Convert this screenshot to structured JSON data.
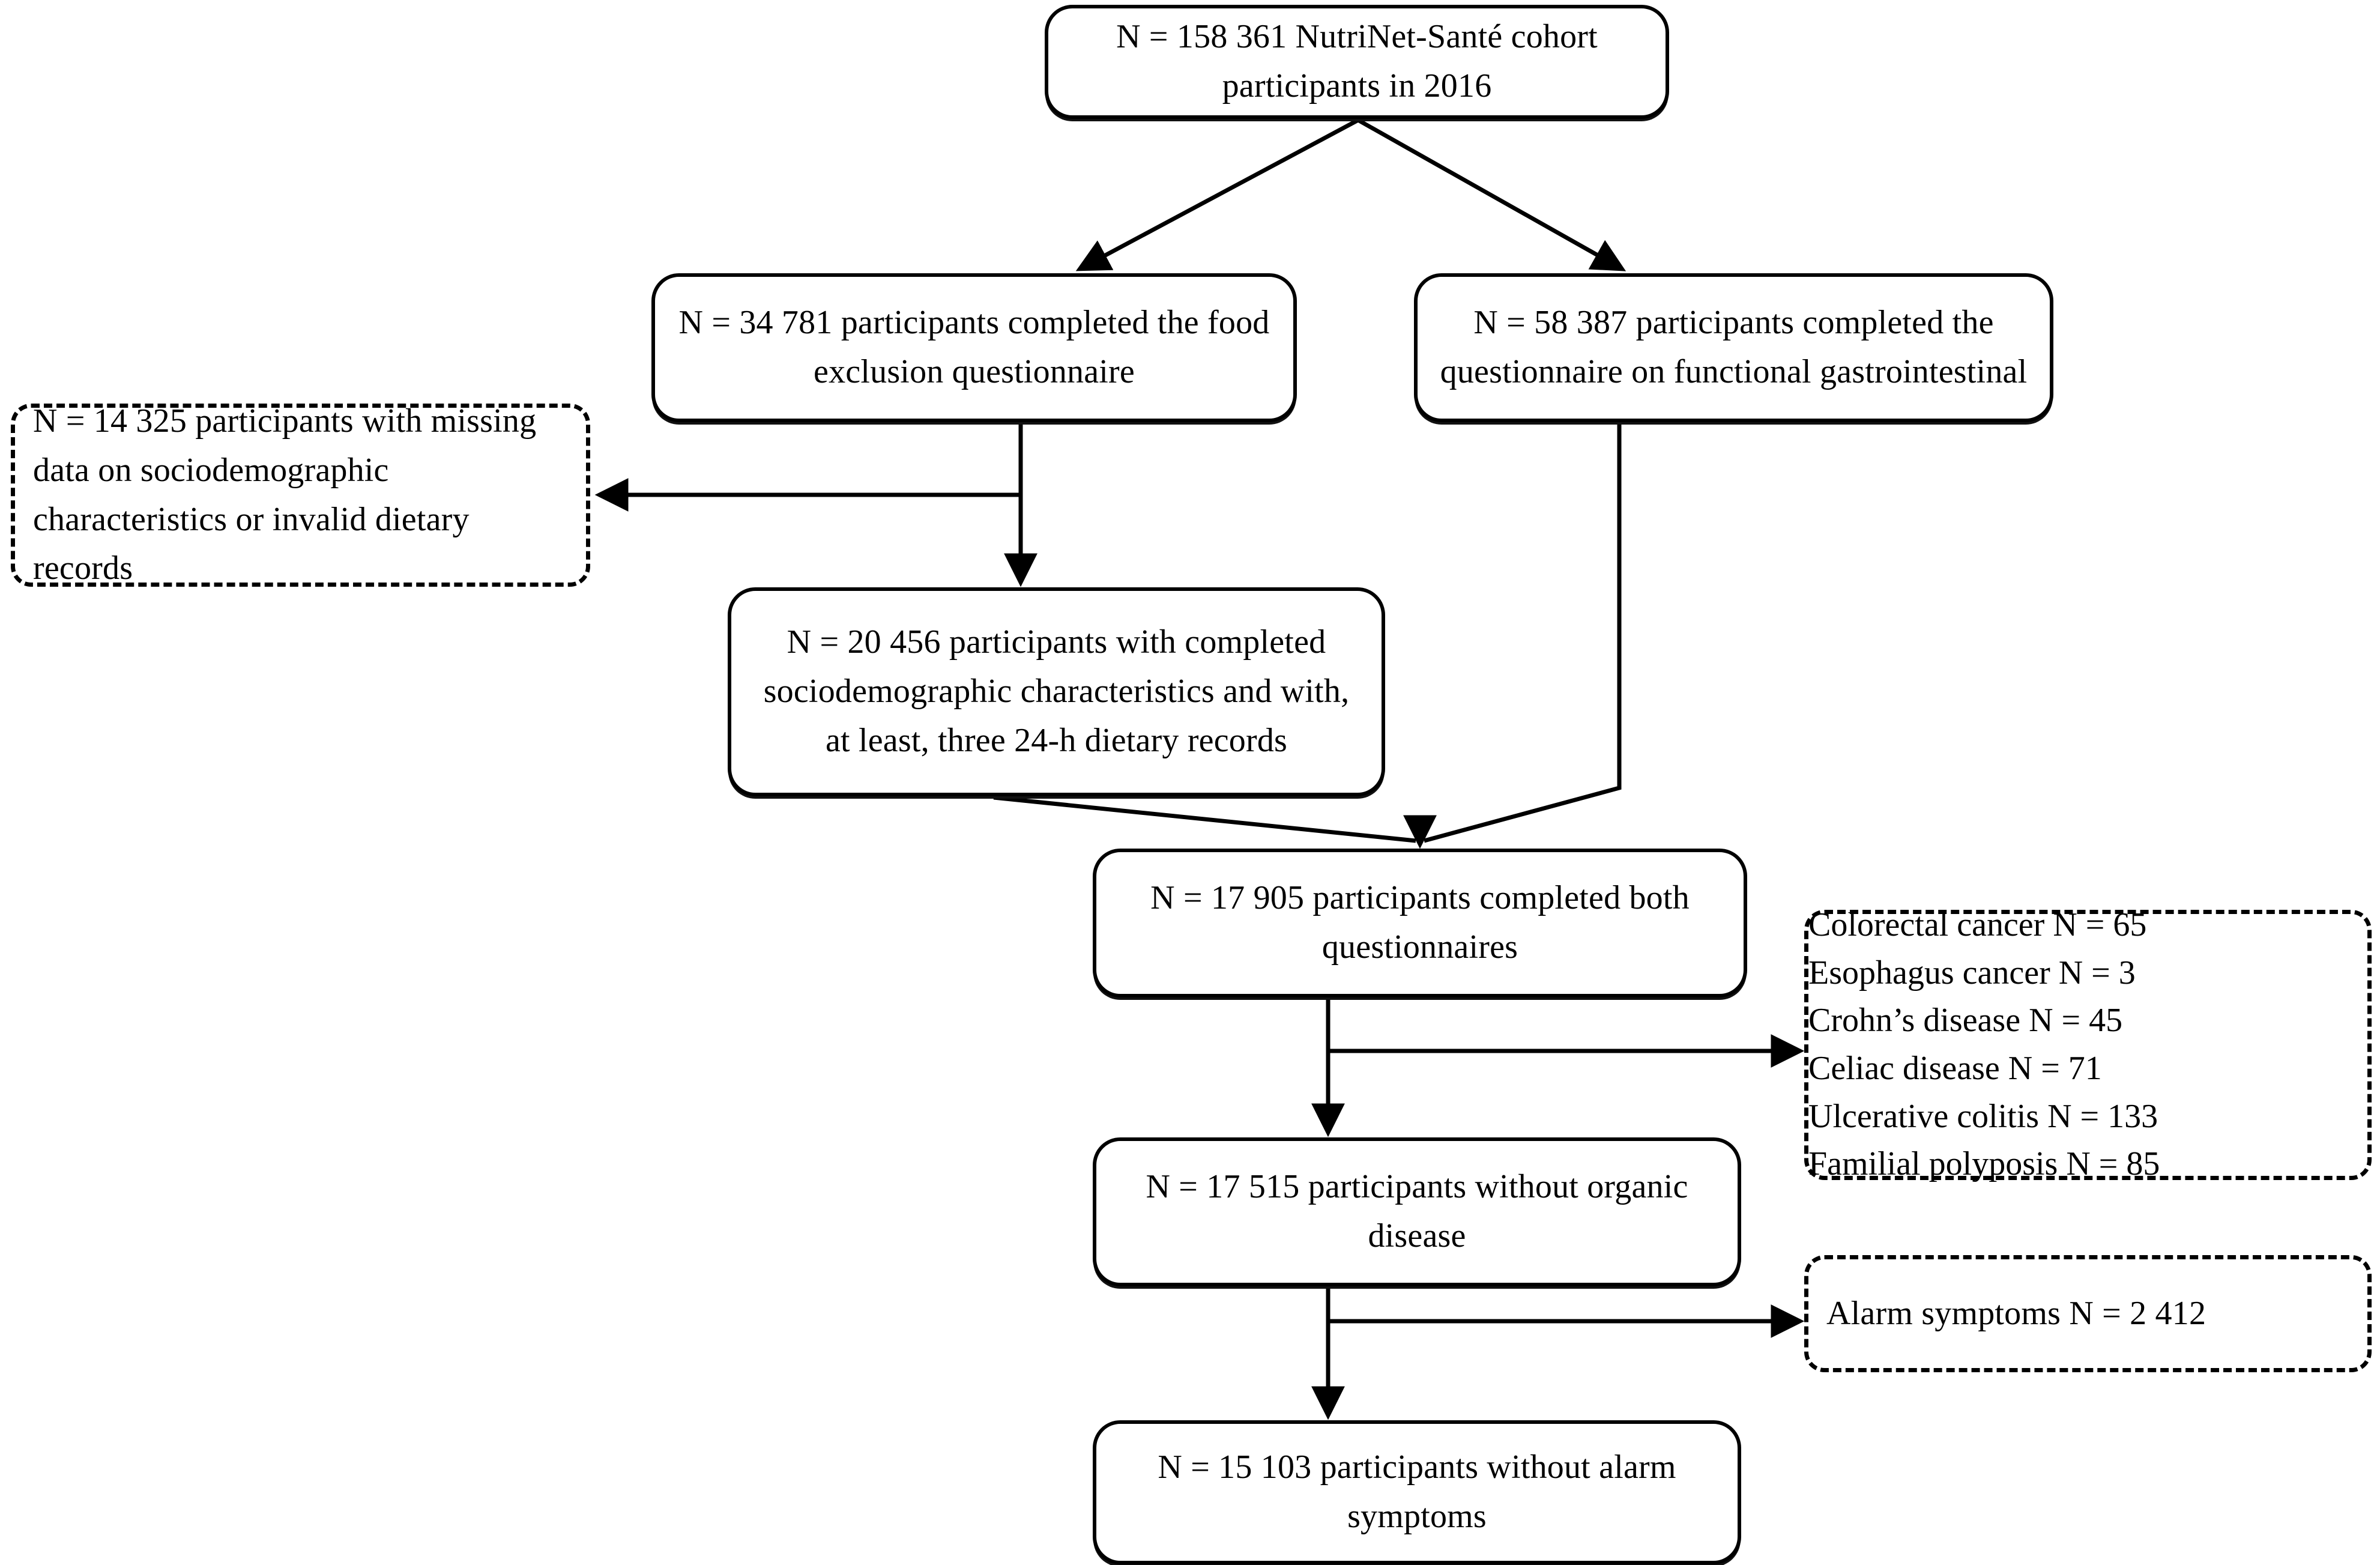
{
  "diagram": {
    "type": "flowchart",
    "title": "NutriNet-Sante study participant flow",
    "line_color": "#000000",
    "background_color": "#ffffff"
  },
  "nodes": {
    "cohort": {
      "text": "N = 158 361 NutriNet-Santé cohort participants in 2016",
      "n": "158 361",
      "style": "solid"
    },
    "food_exclusion": {
      "text": "N = 34 781 participants completed the food exclusion questionnaire",
      "n": "34 781",
      "style": "solid"
    },
    "gi_questionnaire": {
      "text": "N =  58 387 participants completed the questionnaire on functional gastrointestinal",
      "n": "58 387",
      "style": "solid"
    },
    "missing_data": {
      "text": "N = 14 325 participants with missing data on sociodemographic characteristics or invalid dietary records",
      "n": "14 325",
      "style": "dashed"
    },
    "sociodemographic": {
      "text": "N = 20 456 participants with completed sociodemographic characteristics and with, at least, three 24-h dietary records",
      "n": "20 456",
      "style": "solid"
    },
    "both_questionnaires": {
      "text": "N = 17 905 participants completed both questionnaires",
      "n": "17 905",
      "style": "solid"
    },
    "without_organic_disease": {
      "text": "N = 17 515 participants without organic disease",
      "n": "17 515",
      "style": "solid"
    },
    "without_alarm_symptoms": {
      "text": "N = 15 103 participants without alarm symptoms",
      "n": "15 103",
      "style": "solid"
    },
    "organic_diseases": {
      "style": "dashed",
      "items": [
        "Colorectal cancer N = 65",
        "Esophagus cancer N = 3",
        "Crohn’s disease N = 45",
        "Celiac disease N = 71",
        "Ulcerative colitis N  = 133",
        "Familial polyposis N = 85"
      ]
    },
    "alarm_symptoms": {
      "text": "Alarm symptoms  N = 2 412",
      "n": "2 412",
      "style": "dashed"
    }
  },
  "edges": [
    {
      "from": "cohort",
      "to": "food_exclusion",
      "kind": "diagonal-arrow"
    },
    {
      "from": "cohort",
      "to": "gi_questionnaire",
      "kind": "diagonal-arrow"
    },
    {
      "from": "food_exclusion",
      "to": "missing_data",
      "kind": "branch-left-arrow"
    },
    {
      "from": "food_exclusion",
      "to": "sociodemographic",
      "kind": "vertical-arrow"
    },
    {
      "from": "sociodemographic",
      "to": "both_questionnaires",
      "kind": "diagonal-merge-arrow"
    },
    {
      "from": "gi_questionnaire",
      "to": "both_questionnaires",
      "kind": "elbow-diagonal-merge-arrow"
    },
    {
      "from": "both_questionnaires",
      "to": "organic_diseases",
      "kind": "branch-right-arrow"
    },
    {
      "from": "both_questionnaires",
      "to": "without_organic_disease",
      "kind": "vertical-arrow"
    },
    {
      "from": "without_organic_disease",
      "to": "alarm_symptoms",
      "kind": "branch-right-arrow"
    },
    {
      "from": "without_organic_disease",
      "to": "without_alarm_symptoms",
      "kind": "vertical-arrow"
    }
  ]
}
